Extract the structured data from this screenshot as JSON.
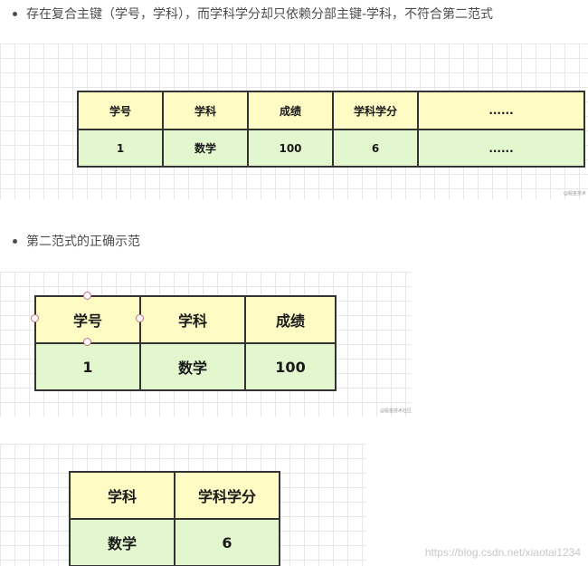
{
  "bullets": [
    "存在复合主键（学号，学科），而学科学分却只依赖分部主键-学科，不符合第二范式",
    "第二范式的正确示范"
  ],
  "table1": {
    "header": [
      "学号",
      "学科",
      "成绩",
      "学科学分",
      "......"
    ],
    "row": [
      "1",
      "数学",
      "100",
      "6",
      "......"
    ],
    "credit": "@掘金技术"
  },
  "table2": {
    "header": [
      "学号",
      "学科",
      "成绩"
    ],
    "row": [
      "1",
      "数学",
      "100"
    ],
    "credit": "@掘金技术社区"
  },
  "table3": {
    "header": [
      "学科",
      "学科学分"
    ],
    "row": [
      "数学",
      "6"
    ]
  },
  "watermark": "https://blog.csdn.net/xiaotai1234"
}
